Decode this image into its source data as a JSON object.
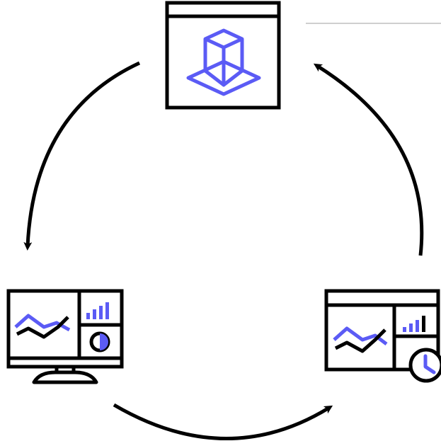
{
  "diagram": {
    "type": "cycle",
    "nodes": [
      {
        "id": "model-window",
        "icon": "3d-model-window-icon"
      },
      {
        "id": "analytics-desktop",
        "icon": "analytics-desktop-icon"
      },
      {
        "id": "scheduled-dashboard",
        "icon": "scheduled-dashboard-icon"
      }
    ],
    "edges": [
      {
        "from": "model-window",
        "to": "analytics-desktop",
        "style": "curved-arrow"
      },
      {
        "from": "analytics-desktop",
        "to": "scheduled-dashboard",
        "style": "curved-arrow"
      },
      {
        "from": "scheduled-dashboard",
        "to": "model-window",
        "style": "curved-arrow"
      }
    ],
    "colors": {
      "stroke": "#000000",
      "accent": "#5b5bf5",
      "divider": "#cfcfcf",
      "background": "#ffffff"
    }
  }
}
